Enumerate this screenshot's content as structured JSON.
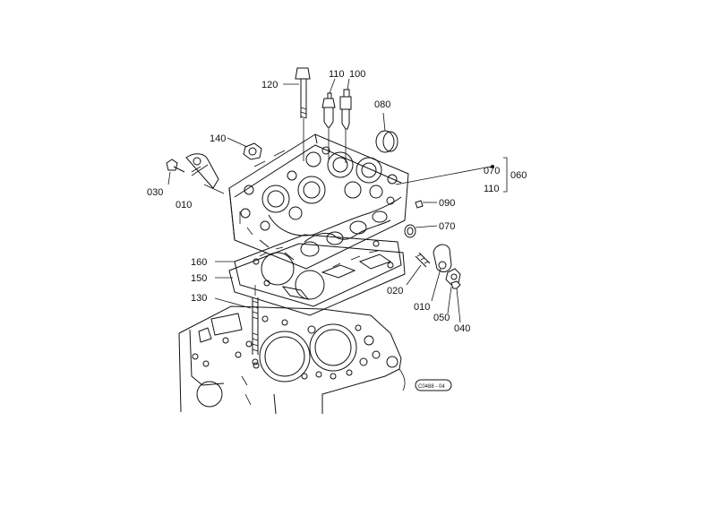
{
  "labels": {
    "p120": "120",
    "p110a": "110",
    "p100": "100",
    "p080": "080",
    "p140": "140",
    "p030": "030",
    "p010a": "010",
    "p070a": "070",
    "p110b": "110",
    "p060": "060",
    "p090": "090",
    "p070b": "070",
    "p160": "160",
    "p150": "150",
    "p020": "020",
    "p010b": "010",
    "p050": "050",
    "p040": "040",
    "p130": "130"
  },
  "figure_code": "C0488 - 04",
  "colors": {
    "line": "#111111",
    "background": "#ffffff"
  }
}
